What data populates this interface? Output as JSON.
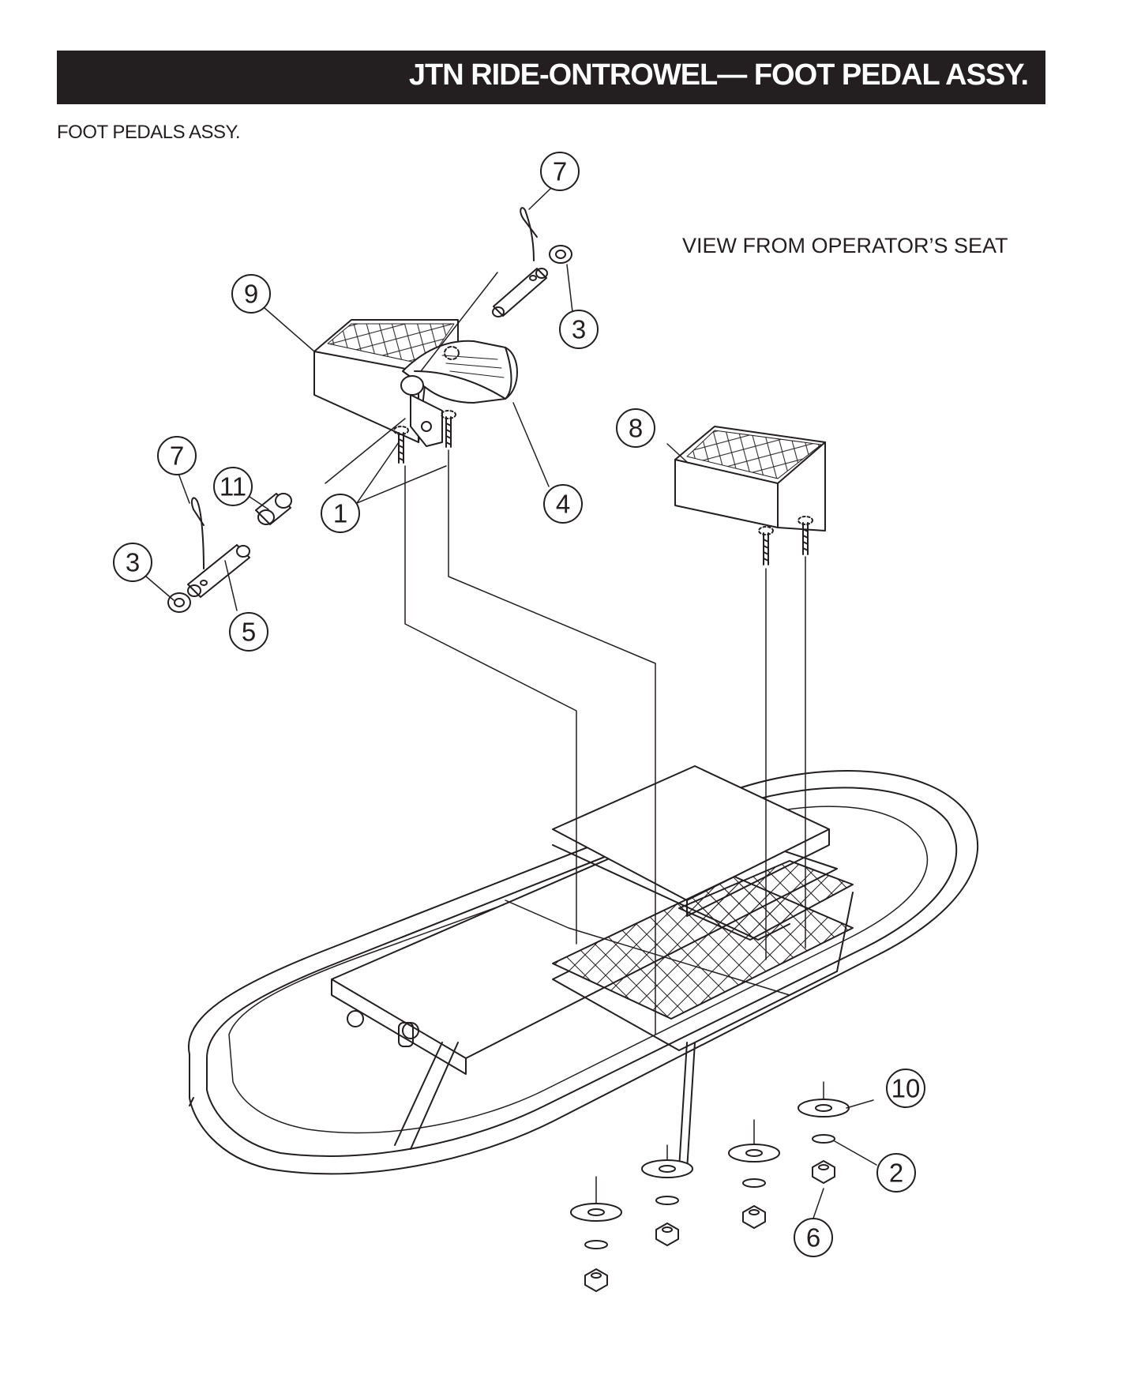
{
  "header": {
    "title": "JTN RIDE-ONTROWEL— FOOT PEDAL ASSY."
  },
  "subtitle": "FOOT PEDALS ASSY.",
  "view_note": "VIEW FROM OPERATOR’S SEAT",
  "callouts": [
    {
      "id": "c7a",
      "label": "7"
    },
    {
      "id": "c3a",
      "label": "3"
    },
    {
      "id": "c9",
      "label": "9"
    },
    {
      "id": "c8",
      "label": "8"
    },
    {
      "id": "c7b",
      "label": "7"
    },
    {
      "id": "c11",
      "label": "11"
    },
    {
      "id": "c1",
      "label": "1"
    },
    {
      "id": "c4",
      "label": "4"
    },
    {
      "id": "c3b",
      "label": "3"
    },
    {
      "id": "c5",
      "label": "5"
    },
    {
      "id": "c10",
      "label": "10"
    },
    {
      "id": "c2",
      "label": "2"
    },
    {
      "id": "c6",
      "label": "6"
    }
  ],
  "colors": {
    "ink": "#231f20",
    "paper": "#ffffff"
  }
}
